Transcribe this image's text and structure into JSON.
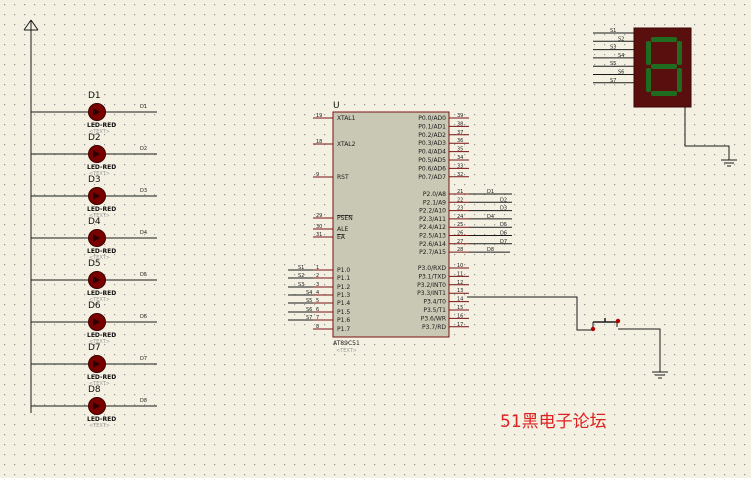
{
  "chip": {
    "ref": "U",
    "name": "AT89C51",
    "ghost": "<TEXT>",
    "left_pins": [
      {
        "num": "19",
        "name": "XTAL1",
        "overline": false
      },
      {
        "num": "18",
        "name": "XTAL2",
        "overline": false
      },
      {
        "num": "9",
        "name": "RST",
        "overline": false
      },
      {
        "num": "29",
        "name": "PSEN",
        "overline": true
      },
      {
        "num": "30",
        "name": "ALE",
        "overline": false
      },
      {
        "num": "31",
        "name": "EA",
        "overline": true
      },
      {
        "num": "1",
        "name": "P1.0",
        "overline": false
      },
      {
        "num": "2",
        "name": "P1.1",
        "overline": false
      },
      {
        "num": "3",
        "name": "P1.2",
        "overline": false
      },
      {
        "num": "4",
        "name": "P1.3",
        "overline": false
      },
      {
        "num": "5",
        "name": "P1.4",
        "overline": false
      },
      {
        "num": "6",
        "name": "P1.5",
        "overline": false
      },
      {
        "num": "7",
        "name": "P1.6",
        "overline": false
      },
      {
        "num": "8",
        "name": "P1.7",
        "overline": false
      }
    ],
    "right_pins": [
      {
        "num": "39",
        "name": "P0.0/AD0"
      },
      {
        "num": "38",
        "name": "P0.1/AD1"
      },
      {
        "num": "37",
        "name": "P0.2/AD2"
      },
      {
        "num": "36",
        "name": "P0.3/AD3"
      },
      {
        "num": "35",
        "name": "P0.4/AD4"
      },
      {
        "num": "34",
        "name": "P0.5/AD5"
      },
      {
        "num": "33",
        "name": "P0.6/AD6"
      },
      {
        "num": "32",
        "name": "P0.7/AD7"
      },
      {
        "num": "21",
        "name": "P2.0/A8"
      },
      {
        "num": "22",
        "name": "P2.1/A9"
      },
      {
        "num": "23",
        "name": "P2.2/A10"
      },
      {
        "num": "24",
        "name": "P2.3/A11"
      },
      {
        "num": "25",
        "name": "P2.4/A12"
      },
      {
        "num": "26",
        "name": "P2.5/A13"
      },
      {
        "num": "27",
        "name": "P2.6/A14"
      },
      {
        "num": "28",
        "name": "P2.7/A15"
      },
      {
        "num": "10",
        "name": "P3.0/RXD"
      },
      {
        "num": "11",
        "name": "P3.1/TXD"
      },
      {
        "num": "12",
        "name": "P3.2/INT0"
      },
      {
        "num": "13",
        "name": "P3.3/INT1"
      },
      {
        "num": "14",
        "name": "P3.4/T0"
      },
      {
        "num": "15",
        "name": "P3.5/T1"
      },
      {
        "num": "16",
        "name": "P3.6/WR"
      },
      {
        "num": "17",
        "name": "P3.7/RD"
      }
    ],
    "p2_nets": [
      "D1",
      "D2",
      "D3",
      "D4",
      "D5",
      "D6",
      "D7",
      "D8"
    ],
    "p1_nets": [
      "S1",
      "S2",
      "S3",
      "S4",
      "S5",
      "S6",
      "S7",
      ""
    ]
  },
  "leds": [
    {
      "ref": "D1",
      "model": "LED-RED",
      "ghost": "<TEXT>",
      "net": "D1"
    },
    {
      "ref": "D2",
      "model": "LED-RED",
      "ghost": "<TEXT>",
      "net": "D2"
    },
    {
      "ref": "D3",
      "model": "LED-RED",
      "ghost": "<TEXT>",
      "net": "D3"
    },
    {
      "ref": "D4",
      "model": "LED-RED",
      "ghost": "<TEXT>",
      "net": "D4"
    },
    {
      "ref": "D5",
      "model": "LED-RED",
      "ghost": "<TEXT>",
      "net": "D5"
    },
    {
      "ref": "D6",
      "model": "LED-RED",
      "ghost": "<TEXT>",
      "net": "D6"
    },
    {
      "ref": "D7",
      "model": "LED-RED",
      "ghost": "<TEXT>",
      "net": "D7"
    },
    {
      "ref": "D8",
      "model": "LED-RED",
      "ghost": "<TEXT>",
      "net": "D8"
    }
  ],
  "seven_segment": {
    "nets": [
      "S1",
      "S2",
      "S3",
      "S4",
      "S5",
      "S6",
      "S7"
    ],
    "digit": "8",
    "body_color": "#5a0f0f",
    "segment_color": "#1f6b1f"
  },
  "watermark": "51黑电子论坛",
  "colors": {
    "background": "#f4f1e3",
    "chip_body": "#c8c8b4",
    "led": "#7a0000",
    "component_outline": "#7a1010",
    "watermark": "#e02020"
  }
}
